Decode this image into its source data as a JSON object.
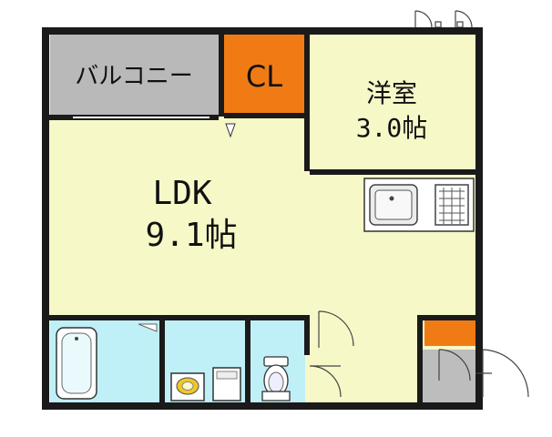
{
  "rooms": {
    "balcony": {
      "label": "バルコニー"
    },
    "closet": {
      "label": "CL"
    },
    "western_room": {
      "label": "洋室",
      "size": "3.0帖"
    },
    "ldk": {
      "label": "LDK",
      "size": "9.1帖"
    }
  },
  "colors": {
    "wall": "#1a1a1a",
    "ldk_floor": "#f7f8c8",
    "balcony": "#b9b9b9",
    "closet": "#f07b14",
    "wet_area": "#bfeff7",
    "storage_accent": "#f07b14",
    "entrance_gray": "#bdbdbd"
  }
}
